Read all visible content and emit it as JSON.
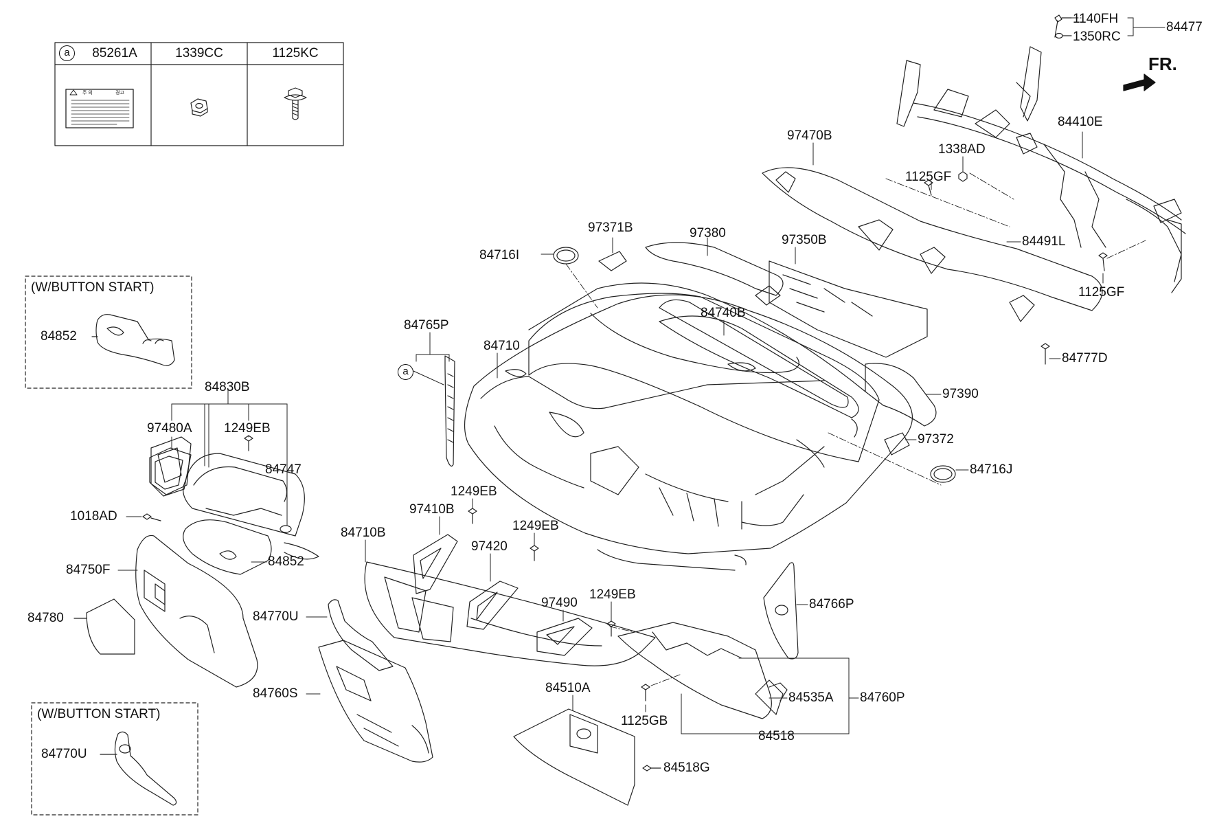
{
  "key_box": {
    "marker": "a",
    "columns": [
      {
        "part_no": "85261A"
      },
      {
        "part_no": "1339CC"
      },
      {
        "part_no": "1125KC"
      }
    ],
    "caution_label_lines": [
      "주 의",
      "경고"
    ]
  },
  "inset_boxes": [
    {
      "caption": "(W/BUTTON START)",
      "part_no": "84852"
    },
    {
      "caption": "(W/BUTTON START)",
      "part_no": "84770U"
    }
  ],
  "direction_label": "FR.",
  "reference_marker": "a",
  "labels": {
    "p1140FH": "1140FH",
    "p1350RC": "1350RC",
    "p84477": "84477",
    "p84410E": "84410E",
    "p97470B": "97470B",
    "p1338AD": "1338AD",
    "p1125GF_a": "1125GF",
    "p84491L": "84491L",
    "p1125GF_b": "1125GF",
    "p84777D": "84777D",
    "p97371B": "97371B",
    "p97380": "97380",
    "p97350B": "97350B",
    "p84716I": "84716I",
    "p84740B": "84740B",
    "p84765P": "84765P",
    "p84710": "84710",
    "p97390": "97390",
    "p97372": "97372",
    "p84716J": "84716J",
    "p84830B": "84830B",
    "p97480A": "97480A",
    "p1249EB_a": "1249EB",
    "p84747": "84747",
    "p1018AD": "1018AD",
    "p84852": "84852",
    "p84750F": "84750F",
    "p84780": "84780",
    "p1249EB_b": "1249EB",
    "p97410B": "97410B",
    "p84710B": "84710B",
    "p1249EB_c": "1249EB",
    "p97420": "97420",
    "p84770U": "84770U",
    "p97490": "97490",
    "p1249EB_d": "1249EB",
    "p84766P": "84766P",
    "p84760S": "84760S",
    "p84510A": "84510A",
    "p1125GB": "1125GB",
    "p84535A": "84535A",
    "p84760P": "84760P",
    "p84518": "84518",
    "p84518G": "84518G"
  }
}
